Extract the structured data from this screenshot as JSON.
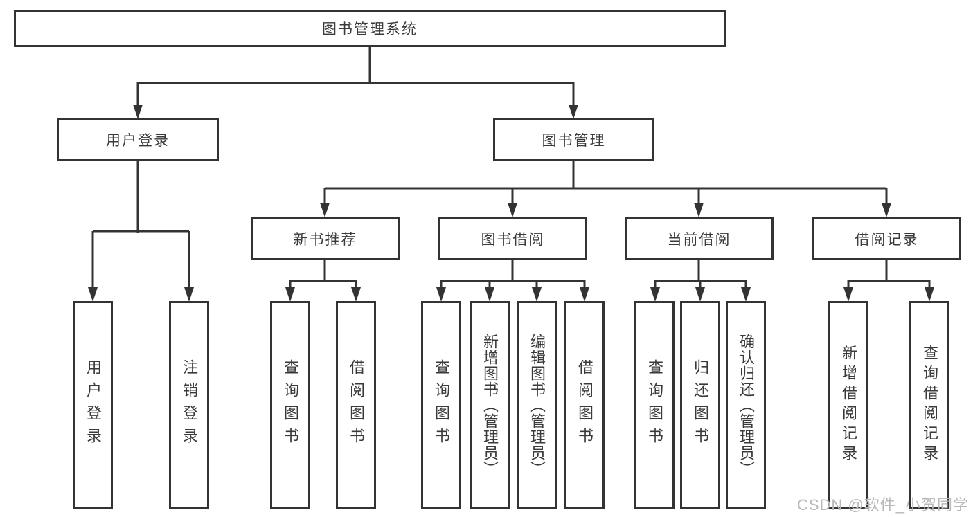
{
  "diagram": {
    "type": "hierarchy-tree",
    "tree": {
      "root": "图书管理系统",
      "level2": [
        {
          "label": "用户登录",
          "leaves": [
            "用户登录",
            "注销登录"
          ]
        },
        {
          "label": "图书管理",
          "children": [
            {
              "label": "新书推荐",
              "leaves": [
                "查询图书",
                "借阅图书"
              ]
            },
            {
              "label": "图书借阅",
              "leaves": [
                "查询图书",
                "新增图书（管理员）",
                "编辑图书（管理员）",
                "借阅图书"
              ]
            },
            {
              "label": "当前借阅",
              "leaves": [
                "查询图书",
                "归还图书",
                "确认归还（管理员）"
              ]
            },
            {
              "label": "借阅记录",
              "leaves": [
                "新增借阅记录",
                "查询借阅记录"
              ]
            }
          ]
        }
      ]
    },
    "colors": {
      "line": "#333333",
      "box_border": "#333333",
      "box_fill": "#ffffff",
      "text": "#3a3a3a",
      "background": "#ffffff",
      "watermark_text_color": "#b9b9b9"
    }
  },
  "watermark": "CSDN @软件_小贺同学"
}
